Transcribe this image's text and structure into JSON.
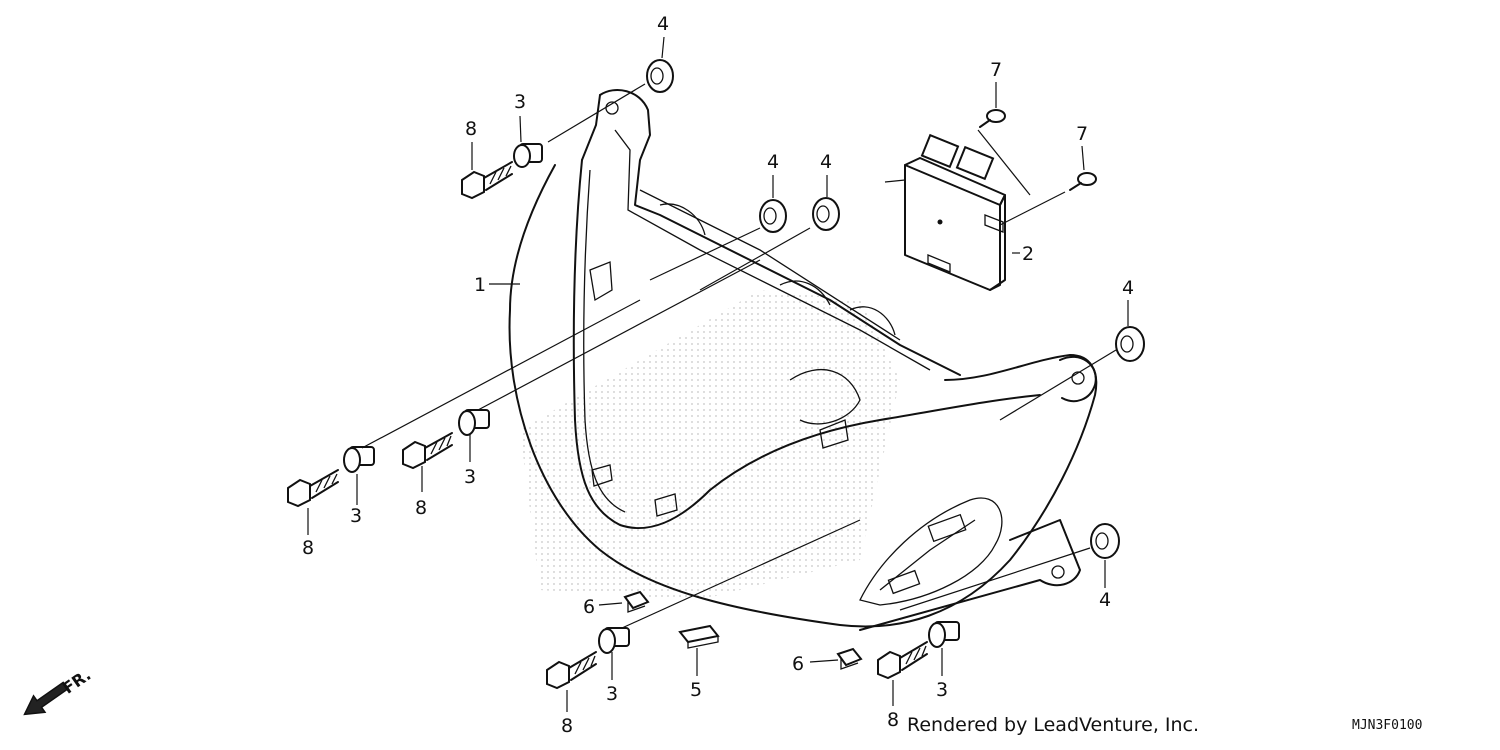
{
  "diagram": {
    "callouts": {
      "p1": "1",
      "p2": "2",
      "p3a": "3",
      "p3b": "3",
      "p3c": "3",
      "p3d": "3",
      "p3e": "3",
      "p4a": "4",
      "p4b": "4",
      "p4c": "4",
      "p4d": "4",
      "p4e": "4",
      "p5": "5",
      "p6a": "6",
      "p6b": "6",
      "p7a": "7",
      "p7b": "7",
      "p8a": "8",
      "p8b": "8",
      "p8c": "8",
      "p8d": "8",
      "p8e": "8"
    },
    "front_marker": "FR.",
    "credit": "Rendered by LeadVenture, Inc.",
    "diagram_code": "MJN3F0100"
  }
}
